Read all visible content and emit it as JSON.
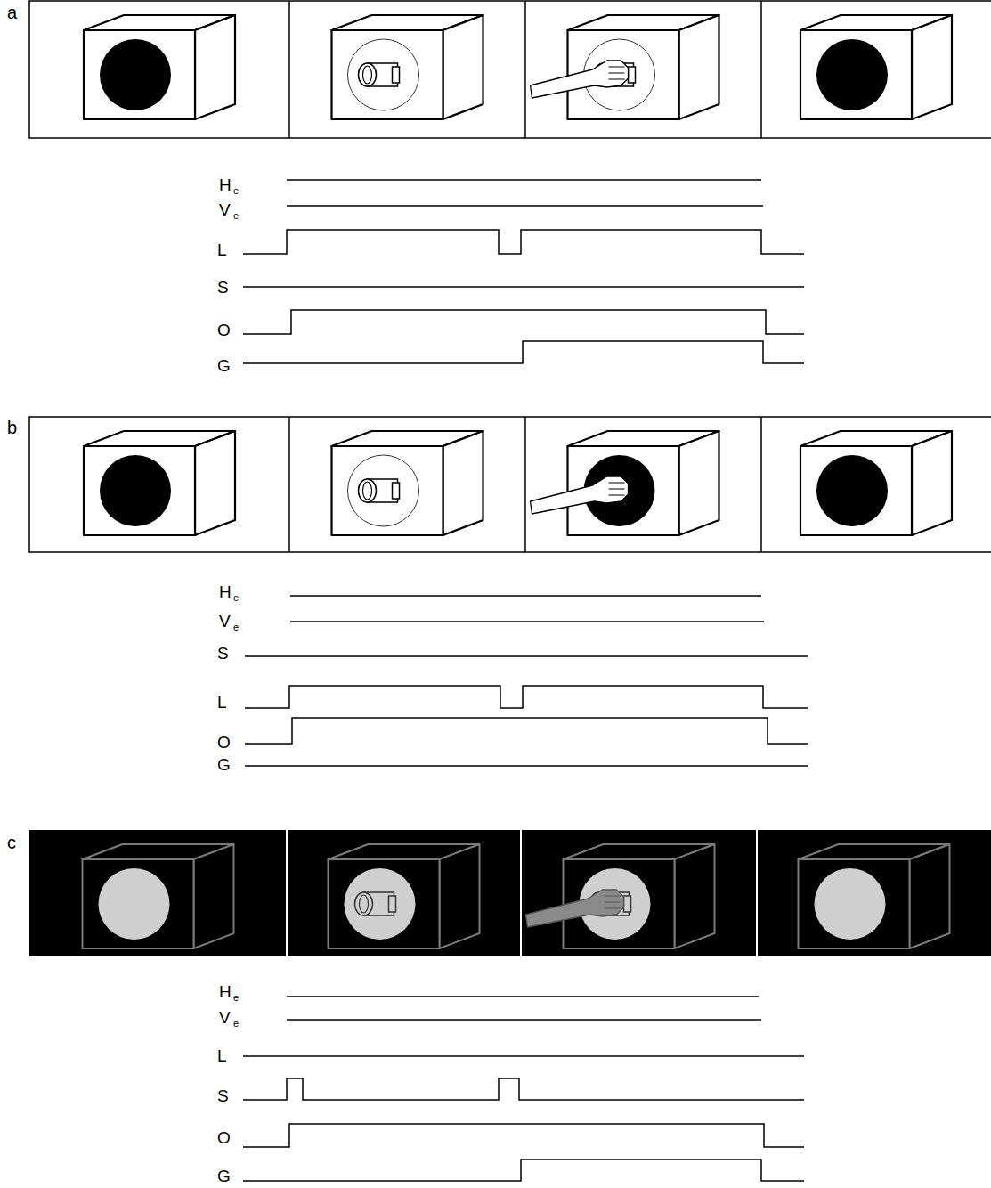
{
  "diagram": {
    "labels": [
      "a",
      "H",
      "e",
      "V",
      "e",
      "L",
      "S",
      "O",
      "G",
      "b",
      "H",
      "e",
      "V",
      "e",
      "S",
      "L",
      "O",
      "G",
      "c",
      "H",
      "e",
      "V",
      "e",
      "L",
      "S",
      "O",
      "G"
    ]
  }
}
